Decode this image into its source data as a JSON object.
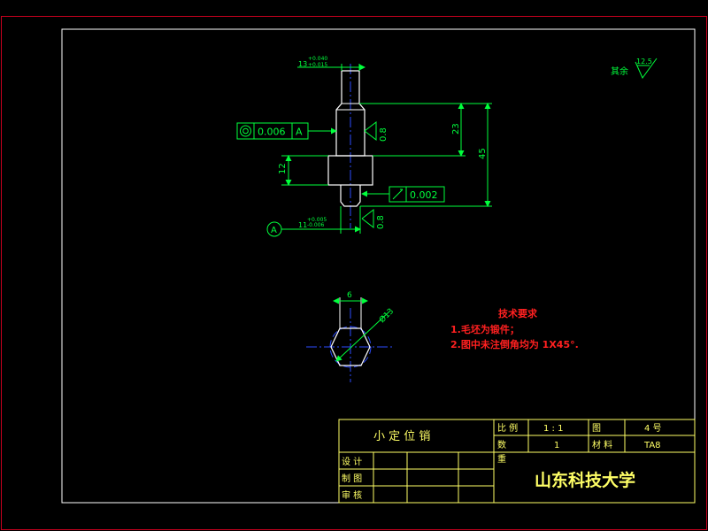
{
  "colors": {
    "background": "#000000",
    "outer_border": "#c8001e",
    "frame": "#ffffff",
    "part": "#ffffff",
    "dimension": "#00ff3c",
    "centerline": "#2b4bff",
    "notes": "#ff2020",
    "title_block": "#ffff66"
  },
  "roughness_general": {
    "prefix": "其余",
    "value": "12.5"
  },
  "dimensions": {
    "top_diameter": {
      "nominal": "13",
      "upper": "+0.040",
      "lower": "+0.015"
    },
    "bottom_diameter": {
      "nominal": "11",
      "upper": "+0.005",
      "lower": "-0.006"
    },
    "shoulder_height": "12",
    "upper_length": "23",
    "total_length": "45",
    "hex_flat": "6",
    "hex_diameter": "Ø13"
  },
  "tolerances": {
    "coaxiality": {
      "symbol": "◎",
      "value": "0.006",
      "datum": "A"
    },
    "runout": {
      "symbol": "↗",
      "value": "0.002"
    },
    "datum_label": "A"
  },
  "surface_roughness": {
    "upper": "0.8",
    "lower": "0.8"
  },
  "technical_requirements": {
    "title": "技术要求",
    "items": [
      "1.毛坯为锻件；",
      "2.图中未注倒角均为 1X45°."
    ]
  },
  "title_block": {
    "part_name": "小  定  位  销",
    "scale_label": "比  例",
    "scale_value": "1 : 1",
    "drawing_no_label": "图",
    "drawing_no_value": "4 号",
    "quantity_label": "数",
    "quantity_value": "1",
    "material_label": "材  料",
    "material_value": "TA8",
    "weight_label": "重",
    "design_label": "设  计",
    "draft_label": "制  图",
    "review_label": "审  核",
    "school": "山东科技大学"
  }
}
